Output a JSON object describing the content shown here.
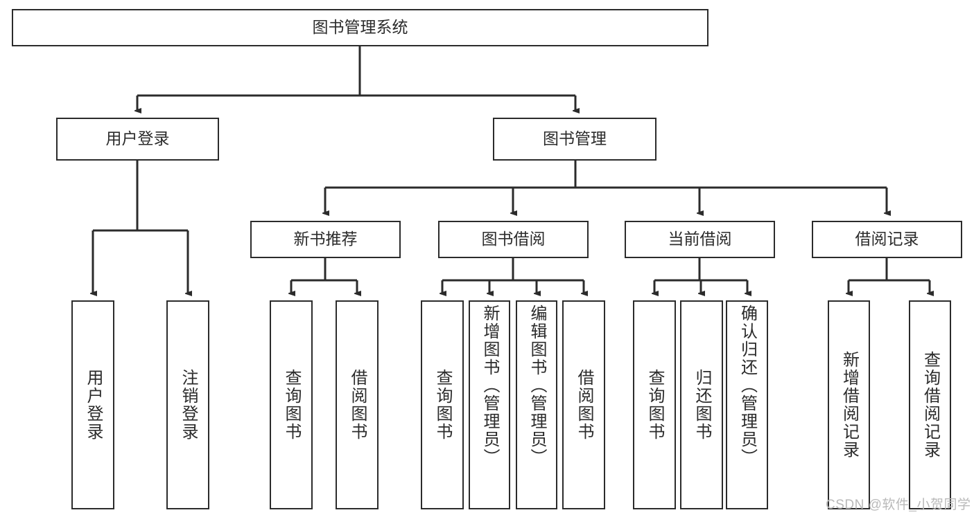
{
  "diagram": {
    "type": "tree-hierarchy",
    "title": "图书管理系统",
    "orientation": "top-down",
    "colors": {
      "stroke": "#2b2b2b",
      "fill": "#ffffff",
      "text": "#2b2b2b",
      "watermark": "#b9b9b9"
    },
    "root": {
      "label": "图书管理系统"
    },
    "level2": [
      {
        "label": "用户登录"
      },
      {
        "label": "图书管理"
      }
    ],
    "level3": [
      {
        "label": "新书推荐"
      },
      {
        "label": "图书借阅"
      },
      {
        "label": "当前借阅"
      },
      {
        "label": "借阅记录"
      }
    ],
    "leaves": {
      "user_login": [
        {
          "label": "用户登录"
        },
        {
          "label": "注销登录"
        }
      ],
      "new_book_recommend": [
        {
          "label": "查询图书"
        },
        {
          "label": "借阅图书"
        }
      ],
      "book_borrow": [
        {
          "label": "查询图书"
        },
        {
          "label": "新增图书（管理员）"
        },
        {
          "label": "编辑图书（管理员）"
        },
        {
          "label": "借阅图书"
        }
      ],
      "current_borrow": [
        {
          "label": "查询图书"
        },
        {
          "label": "归还图书"
        },
        {
          "label": "确认归还（管理员）"
        }
      ],
      "borrow_record": [
        {
          "label": "新增借阅记录"
        },
        {
          "label": "查询借阅记录"
        }
      ]
    },
    "watermark": "CSDN @软件_小贺同学"
  }
}
